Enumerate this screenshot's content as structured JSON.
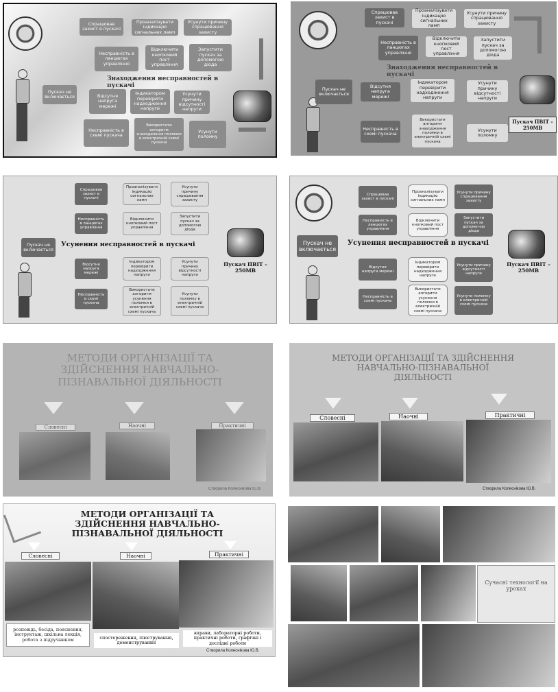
{
  "s1": {
    "title": "Знаходження несправностей в пускачі",
    "start": "Пускач не включається",
    "cells": [
      "Спрацював захист в пускачі",
      "Проаналізувати індикацію сигнальних ламп",
      "Усунути причину спрацювання захисту",
      "Несправність в ланцюгах управління",
      "Відключити кнопковий пост управління",
      "Запустити пускач за допомогою діода",
      "Відсутня напруга мережі",
      "Індикатором перевірити надходження напруги",
      "Усунути причину відсутності напруги",
      "Несправність в схемі пускача",
      "Використати алгоритм знаходження поломки в електричній схемі пускача",
      "Усунути поломку"
    ]
  },
  "s2": {
    "title": "Знаходження несправностей в пускачі",
    "start": "Пускач не включається",
    "cells": [
      "Спрацював захист в пускачі",
      "Проаналізувати індикацію сигнальних ламп",
      "Усунути причину спрацювання захисту",
      "Несправність в ланцюгах управління",
      "Відключити кнопковий пост управління",
      "Запустити пускач за допомогою діода",
      "Відсутня напруга мережі",
      "Індикатором перевірити надходження напруги",
      "Усунути причину відсутності напруги",
      "Несправність в схемі пускача",
      "Використати алгоритм знаходження поломки в електричній схемі пускача",
      "Усунути поломку"
    ],
    "device": "Пускач ПВІТ – 250МВ"
  },
  "s3": {
    "title": "Усунення несправностей в пускачі",
    "start": "Пускач не включається",
    "cells": [
      "Спрацював захист в пускачі",
      "Проаналізувати індикацію сигнальних ламп",
      "Усунути причину спрацювання захисту",
      "Несправність в ланцюгах управління",
      "Відключити кнопковий пост управління",
      "Запустити пускач за допомогою діода",
      "Відсутня напруга мережі",
      "Індикатором перевірити надходження напруги",
      "Усунути причину відсутності напруги",
      "Несправність в схемі пускача",
      "Використати алгоритм усунення поломки в електричній схемі пускача",
      "Усунути поломку в електричній схемі пускача"
    ],
    "device": "Пускач ПВІТ – 250МВ"
  },
  "s4": {
    "title": "Усунення несправностей в пускачі",
    "start": "Пускач не включається",
    "cells": [
      "Спрацював захист в пускачі",
      "Проаналізувати індикацію сигнальних ламп",
      "Усунути причину спрацювання захисту",
      "Несправність в ланцюгах управління",
      "Відключити кнопковий пост управління",
      "Запустити пускач за допомогою діода",
      "Відсутня напруга мережі",
      "Індикатором перевірити надходження напруги",
      "Усунути причину відсутності напруги",
      "Несправність в схемі пускача",
      "Використати алгоритм усунення поломки в електричній схемі пускача",
      "Усунути поломку в електричній схемі пускача"
    ],
    "device": "Пускач ПВІТ – 250МВ"
  },
  "s5": {
    "title": "МЕТОДИ ОРГАНІЗАЦІЇ ТА ЗДІЙСНЕННЯ НАВЧАЛЬНО-ПІЗНАВАЛЬНОЇ ДІЯЛЬНОСТІ",
    "labels": [
      "Словесні",
      "Наочні",
      "Практичні"
    ],
    "author": "Створила Колеснікова Ю.В."
  },
  "s6": {
    "title": "МЕТОДИ ОРГАНІЗАЦІЇ ТА ЗДІЙСНЕННЯ НАВЧАЛЬНО-ПІЗНАВАЛЬНОЇ ДІЯЛЬНОСТІ",
    "labels": [
      "Словесні",
      "Наочні",
      "Практичні"
    ],
    "author": "Створила Колеснікова Ю.В."
  },
  "s7": {
    "title": "МЕТОДИ ОРГАНІЗАЦІЇ ТА ЗДІЙСНЕННЯ НАВЧАЛЬНО-ПІЗНАВАЛЬНОЇ ДІЯЛЬНОСТІ",
    "labels": [
      "Словесні",
      "Наочні",
      "Практичні"
    ],
    "captions": [
      "розповідь, бесіда, пояснення, інструктаж, шкільна лекція, робота з підручником",
      "спостереження, ілюстрування, демонстрування",
      "вправи, лабораторні роботи, практичні роботи, графічні і дослідні роботи"
    ],
    "author": "Створила Колеснікова Ю.В."
  },
  "s8": {
    "board_text": "Сучасні технології на уроках"
  }
}
